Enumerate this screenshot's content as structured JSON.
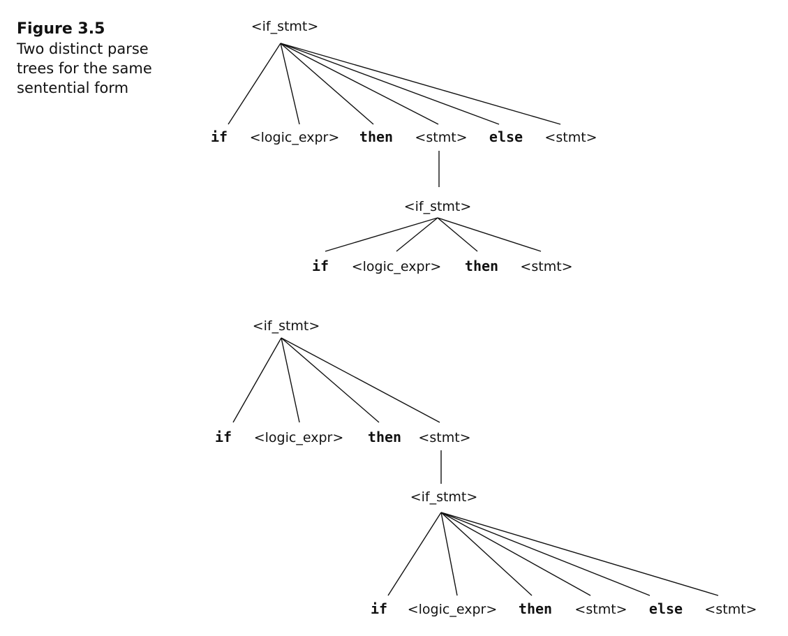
{
  "figure": {
    "number": "Figure 3.5",
    "caption": "Two distinct parse trees for the same sentential form"
  },
  "trees": [
    {
      "name": "tree-1",
      "nodes": [
        {
          "id": "t1-root",
          "label": "<if_stmt>",
          "kind": "nt"
        },
        {
          "id": "t1-if",
          "label": "if",
          "kind": "kw"
        },
        {
          "id": "t1-logic",
          "label": "<logic_expr>",
          "kind": "nt"
        },
        {
          "id": "t1-then",
          "label": "then",
          "kind": "kw"
        },
        {
          "id": "t1-stmt1",
          "label": "<stmt>",
          "kind": "nt"
        },
        {
          "id": "t1-else",
          "label": "else",
          "kind": "kw"
        },
        {
          "id": "t1-stmt2",
          "label": "<stmt>",
          "kind": "nt"
        },
        {
          "id": "t1-sub",
          "label": "<if_stmt>",
          "kind": "nt"
        },
        {
          "id": "t1-sub-if",
          "label": "if",
          "kind": "kw"
        },
        {
          "id": "t1-sub-logic",
          "label": "<logic_expr>",
          "kind": "nt"
        },
        {
          "id": "t1-sub-then",
          "label": "then",
          "kind": "kw"
        },
        {
          "id": "t1-sub-stmt",
          "label": "<stmt>",
          "kind": "nt"
        }
      ],
      "edges": [
        [
          "t1-root",
          "t1-if"
        ],
        [
          "t1-root",
          "t1-logic"
        ],
        [
          "t1-root",
          "t1-then"
        ],
        [
          "t1-root",
          "t1-stmt1"
        ],
        [
          "t1-root",
          "t1-else"
        ],
        [
          "t1-root",
          "t1-stmt2"
        ],
        [
          "t1-stmt1",
          "t1-sub"
        ],
        [
          "t1-sub",
          "t1-sub-if"
        ],
        [
          "t1-sub",
          "t1-sub-logic"
        ],
        [
          "t1-sub",
          "t1-sub-then"
        ],
        [
          "t1-sub",
          "t1-sub-stmt"
        ]
      ]
    },
    {
      "name": "tree-2",
      "nodes": [
        {
          "id": "t2-root",
          "label": "<if_stmt>",
          "kind": "nt"
        },
        {
          "id": "t2-if",
          "label": "if",
          "kind": "kw"
        },
        {
          "id": "t2-logic",
          "label": "<logic_expr>",
          "kind": "nt"
        },
        {
          "id": "t2-then",
          "label": "then",
          "kind": "kw"
        },
        {
          "id": "t2-stmt",
          "label": "<stmt>",
          "kind": "nt"
        },
        {
          "id": "t2-sub",
          "label": "<if_stmt>",
          "kind": "nt"
        },
        {
          "id": "t2-sub-if",
          "label": "if",
          "kind": "kw"
        },
        {
          "id": "t2-sub-logic",
          "label": "<logic_expr>",
          "kind": "nt"
        },
        {
          "id": "t2-sub-then",
          "label": "then",
          "kind": "kw"
        },
        {
          "id": "t2-sub-stmt1",
          "label": "<stmt>",
          "kind": "nt"
        },
        {
          "id": "t2-sub-else",
          "label": "else",
          "kind": "kw"
        },
        {
          "id": "t2-sub-stmt2",
          "label": "<stmt>",
          "kind": "nt"
        }
      ],
      "edges": [
        [
          "t2-root",
          "t2-if"
        ],
        [
          "t2-root",
          "t2-logic"
        ],
        [
          "t2-root",
          "t2-then"
        ],
        [
          "t2-root",
          "t2-stmt"
        ],
        [
          "t2-stmt",
          "t2-sub"
        ],
        [
          "t2-sub",
          "t2-sub-if"
        ],
        [
          "t2-sub",
          "t2-sub-logic"
        ],
        [
          "t2-sub",
          "t2-sub-then"
        ],
        [
          "t2-sub",
          "t2-sub-stmt1"
        ],
        [
          "t2-sub",
          "t2-sub-else"
        ],
        [
          "t2-sub",
          "t2-sub-stmt2"
        ]
      ]
    }
  ]
}
